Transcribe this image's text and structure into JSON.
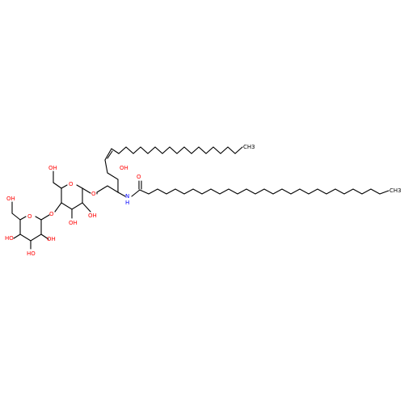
{
  "colors": {
    "background": "#ffffff",
    "bond": "#000000",
    "oxygen": "#ff0000",
    "nitrogen": "#0000ff",
    "carbon": "#000000"
  },
  "labels": {
    "ch3_top": "CH3",
    "oh_c3": "OH",
    "nh": "N",
    "nh_h": "H",
    "amide_o": "O",
    "ch3_right": "CH3",
    "link_o_cer": "O",
    "ring1_o": "O",
    "ring1_oh_ch2": "OH",
    "ring1_oh_c2": "OH",
    "ring1_oh_c3": "OH",
    "link_o_glyc": "O",
    "ring2_o": "O",
    "ring2_oh_ch2": "OH",
    "ring2_oh_c4": "HO",
    "ring2_oh_c3": "HO",
    "ring2_oh_c2": "OH"
  }
}
